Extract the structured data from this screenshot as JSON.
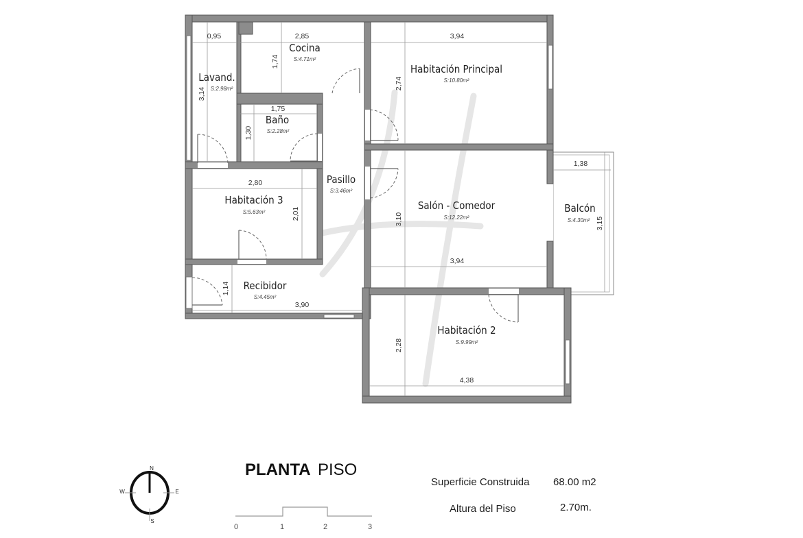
{
  "rooms": {
    "lavand": {
      "name": "Lavand.",
      "area": "S:2.98m²"
    },
    "cocina": {
      "name": "Cocina",
      "area": "S:4.71m²"
    },
    "bano": {
      "name": "Baño",
      "area": "S:2.28m²"
    },
    "hab_principal": {
      "name": "Habitación Principal",
      "area": "S:10.80m²"
    },
    "pasillo": {
      "name": "Pasillo",
      "area": "S:3.46m²"
    },
    "hab3": {
      "name": "Habitación 3",
      "area": "S:5.63m²"
    },
    "salon": {
      "name": "Salón - Comedor",
      "area": "S:12.22m²"
    },
    "balcon": {
      "name": "Balcón",
      "area": "S:4.30m²"
    },
    "recibidor": {
      "name": "Recibidor",
      "area": "S:4.45m²"
    },
    "hab2": {
      "name": "Habitación 2",
      "area": "S:9.99m²"
    }
  },
  "dimensions": {
    "lavand_w": "0,95",
    "lavand_h": "3,14",
    "cocina_w": "2,85",
    "cocina_h": "1,74",
    "bano_w": "1,75",
    "bano_h": "1,30",
    "hab_principal_w": "3,94",
    "hab_principal_h": "2,74",
    "hab3_w": "2,80",
    "hab3_h": "2,01",
    "salon_w": "3,94",
    "salon_h": "3,10",
    "balcon_w": "1,38",
    "balcon_h": "3,15",
    "recibidor_w": "3,90",
    "recibidor_h": "1,14",
    "hab2_w": "4,38",
    "hab2_h": "2,28"
  },
  "title": {
    "bold": "PLANTA",
    "regular": "PISO"
  },
  "compass": {
    "n": "N",
    "s": "S",
    "e": "E",
    "w": "W"
  },
  "scale": {
    "ticks": [
      "0",
      "1",
      "2",
      "3"
    ]
  },
  "info": {
    "built_area_label": "Superficie Construida",
    "built_area_value": "68.00 m2",
    "height_label": "Altura del Piso",
    "height_value": "2.70m."
  }
}
